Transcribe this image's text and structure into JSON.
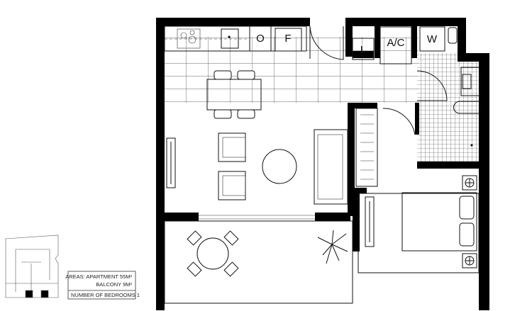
{
  "plan": {
    "labels": {
      "oven": "O",
      "fridge": "F",
      "laundry": "L",
      "air_conditioning": "A/C",
      "washer": "W"
    }
  },
  "legend": {
    "areas_apartment": "AREAS: APARTMENT 55M²",
    "areas_balcony": "BALCONY  9M²",
    "bedrooms": "NUMBER OF BEDROOMS 1"
  },
  "colors": {
    "wall": "#000000",
    "line": "#111111",
    "background": "#ffffff"
  }
}
